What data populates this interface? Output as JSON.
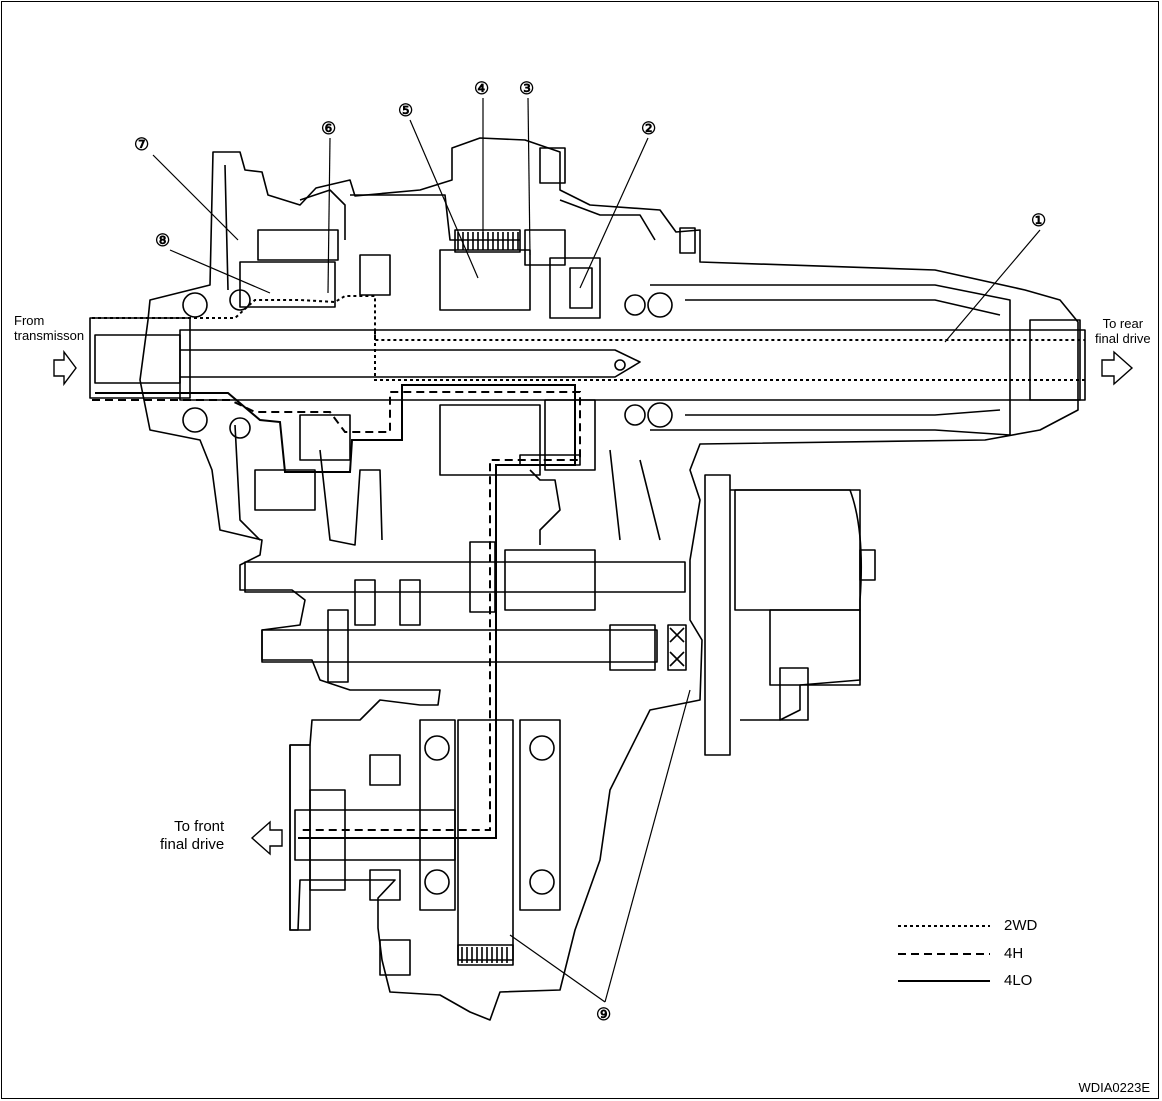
{
  "labels": {
    "from_transmission": [
      "From",
      "transmisson"
    ],
    "to_rear": [
      "To rear",
      "final drive"
    ],
    "to_front": [
      "To front",
      "final drive"
    ]
  },
  "callouts": [
    "①",
    "②",
    "③",
    "④",
    "⑤",
    "⑥",
    "⑦",
    "⑧",
    "⑨"
  ],
  "legend": {
    "2wd": "2WD",
    "4h": "4H",
    "4lo": "4LO"
  },
  "figure_code": "WDIA0223E"
}
